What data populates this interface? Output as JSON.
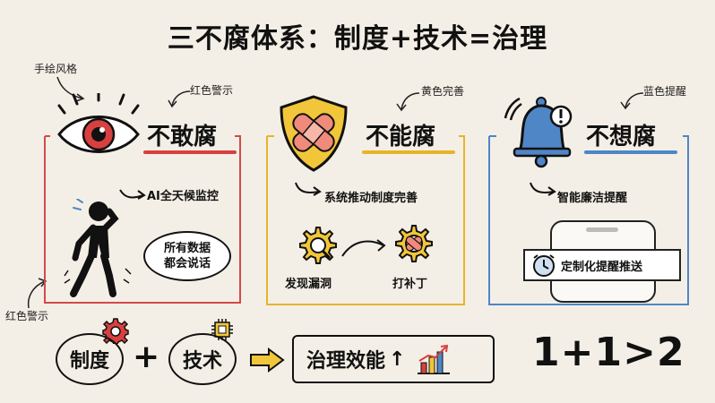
{
  "title": "三不腐体系：制度+技术=治理",
  "notes": {
    "hand_drawn": "手绘风格",
    "red_warning_top": "红色警示",
    "yellow_complete": "黄色完善",
    "blue_reminder": "蓝色提醒",
    "red_warning_bottom": "红色警示"
  },
  "panels": [
    {
      "heading": "不敢腐",
      "color": "#d8403f",
      "items": [
        "AI全天候监控"
      ],
      "bubble": [
        "所有数据",
        "都会说话"
      ],
      "icon": "eye-icon"
    },
    {
      "heading": "不能腐",
      "color": "#e6b42a",
      "items": [
        "系统推动制度完善"
      ],
      "steps": [
        "发现漏洞",
        "打补丁"
      ],
      "icon": "shield-bandage-icon"
    },
    {
      "heading": "不想腐",
      "color": "#4f86c6",
      "items": [
        "智能廉洁提醒"
      ],
      "banner": "定制化提醒推送",
      "icon": "bell-icon"
    }
  ],
  "bottom": {
    "system": "制度",
    "plus": "+",
    "tech": "技术",
    "result": "治理效能",
    "result_arrow": "↑",
    "formula": "1+1>2"
  }
}
